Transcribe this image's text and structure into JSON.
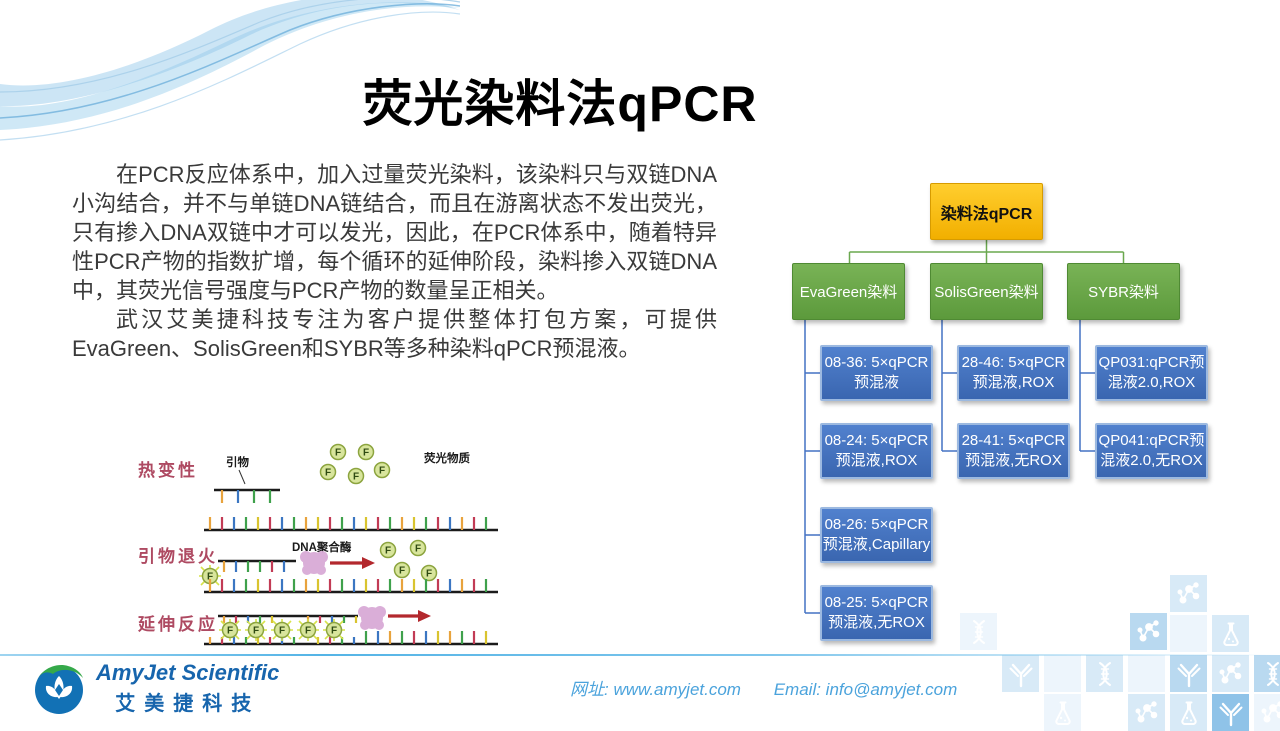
{
  "slide": {
    "title": "荧光染料法qPCR",
    "paragraph1": "在PCR反应体系中，加入过量荧光染料，该染料只与双链DNA小沟结合，并不与单链DNA链结合，而且在游离状态不发出荧光，只有掺入DNA双链中才可以发光，因此，在PCR体系中，随着特异性PCR产物的指数扩增，每个循环的延伸阶段，染料掺入双链DNA中，其荧光信号强度与PCR产物的数量呈正相关。",
    "paragraph2": "武汉艾美捷科技专注为客户提供整体打包方案，可提供EvaGreen、SolisGreen和SYBR等多种染料qPCR预混液。"
  },
  "diagram": {
    "root": {
      "label": "染料法qPCR"
    },
    "branches": [
      {
        "label": "EvaGreen染料",
        "children": [
          {
            "l1": "08-36: 5×qPCR",
            "l2": "预混液"
          },
          {
            "l1": "08-24: 5×qPCR",
            "l2": "预混液,ROX"
          },
          {
            "l1": "08-26: 5×qPCR",
            "l2": "预混液,Capillary"
          },
          {
            "l1": "08-25: 5×qPCR",
            "l2": "预混液,无ROX"
          }
        ]
      },
      {
        "label": "SolisGreen染料",
        "children": [
          {
            "l1": "28-46: 5×qPCR",
            "l2": "预混液,ROX"
          },
          {
            "l1": "28-41: 5×qPCR",
            "l2": "预混液,无ROX"
          }
        ]
      },
      {
        "label": "SYBR染料",
        "children": [
          {
            "l1": "QP031:qPCR预",
            "l2": "混液2.0,ROX"
          },
          {
            "l1": "QP041:qPCR预",
            "l2": "混液2.0,无ROX"
          }
        ]
      }
    ]
  },
  "illustration": {
    "step1": "热变性",
    "step2": "引物退火",
    "step3": "延伸反应",
    "primer_label": "引物",
    "fluor_label": "荧光物质",
    "polymerase_label": "DNA聚合酶",
    "f_label": "F"
  },
  "footer": {
    "brand_en": "AmyJet Scientific",
    "brand_cn": "艾美捷科技",
    "website": "网址: www.amyjet.com",
    "email": "Email: info@amyjet.com"
  },
  "colors": {
    "root_fill": "#FFC000",
    "branch_fill": "#69A84F",
    "product_fill": "#4472C4",
    "connector_green": "#6AA84F",
    "connector_blue": "#4472C4",
    "brand_blue": "#1765AD",
    "footer_blue": "#4BA3DC",
    "step_label": "#AE4A62"
  },
  "icons": {
    "mosaic": [
      "molecule",
      "dna",
      "antibody",
      "flask"
    ]
  }
}
